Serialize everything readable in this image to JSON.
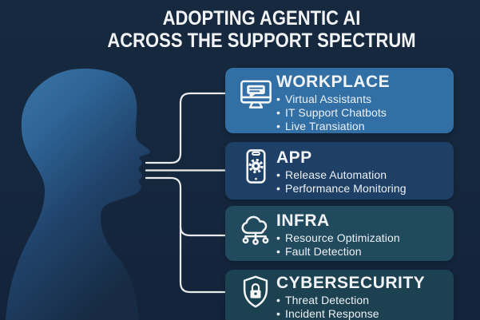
{
  "header": {
    "line1": "ADOPTING AGENTIC AI",
    "line2": "ACROSS THE SUPPORT SPECTRUM"
  },
  "figure": {
    "description_icons": [
      "head-silhouette",
      "connector-lines"
    ]
  },
  "cards": [
    {
      "id": "workplace",
      "title": "WORKPLACE",
      "icon": "monitor-chat-icon",
      "bullets": [
        "Virtual Assistants",
        "IT Support Chatbots",
        "Live Transiation"
      ],
      "bg": "#316fa5"
    },
    {
      "id": "app",
      "title": "APP",
      "icon": "phone-gear-icon",
      "bullets": [
        "Release Automation",
        "Performance Monitoring"
      ],
      "bg": "#1e3f66"
    },
    {
      "id": "infra",
      "title": "INFRA",
      "icon": "cloud-network-icon",
      "bullets": [
        "Resource Optimization",
        "Fault Detection"
      ],
      "bg": "#224a5e"
    },
    {
      "id": "cybersecurity",
      "title": "CYBERSECURITY",
      "icon": "shield-lock-icon",
      "bullets": [
        "Threat Detection",
        "Incident Response"
      ],
      "bg": "#1c4251"
    }
  ],
  "colors": {
    "background": "#15283f",
    "connector_line": "#e9ebec",
    "title_text": "#f2f3f5",
    "card_text": "#eef1f5",
    "head_gradient_top": "#3f77a9",
    "head_gradient_bottom": "#172b44"
  }
}
